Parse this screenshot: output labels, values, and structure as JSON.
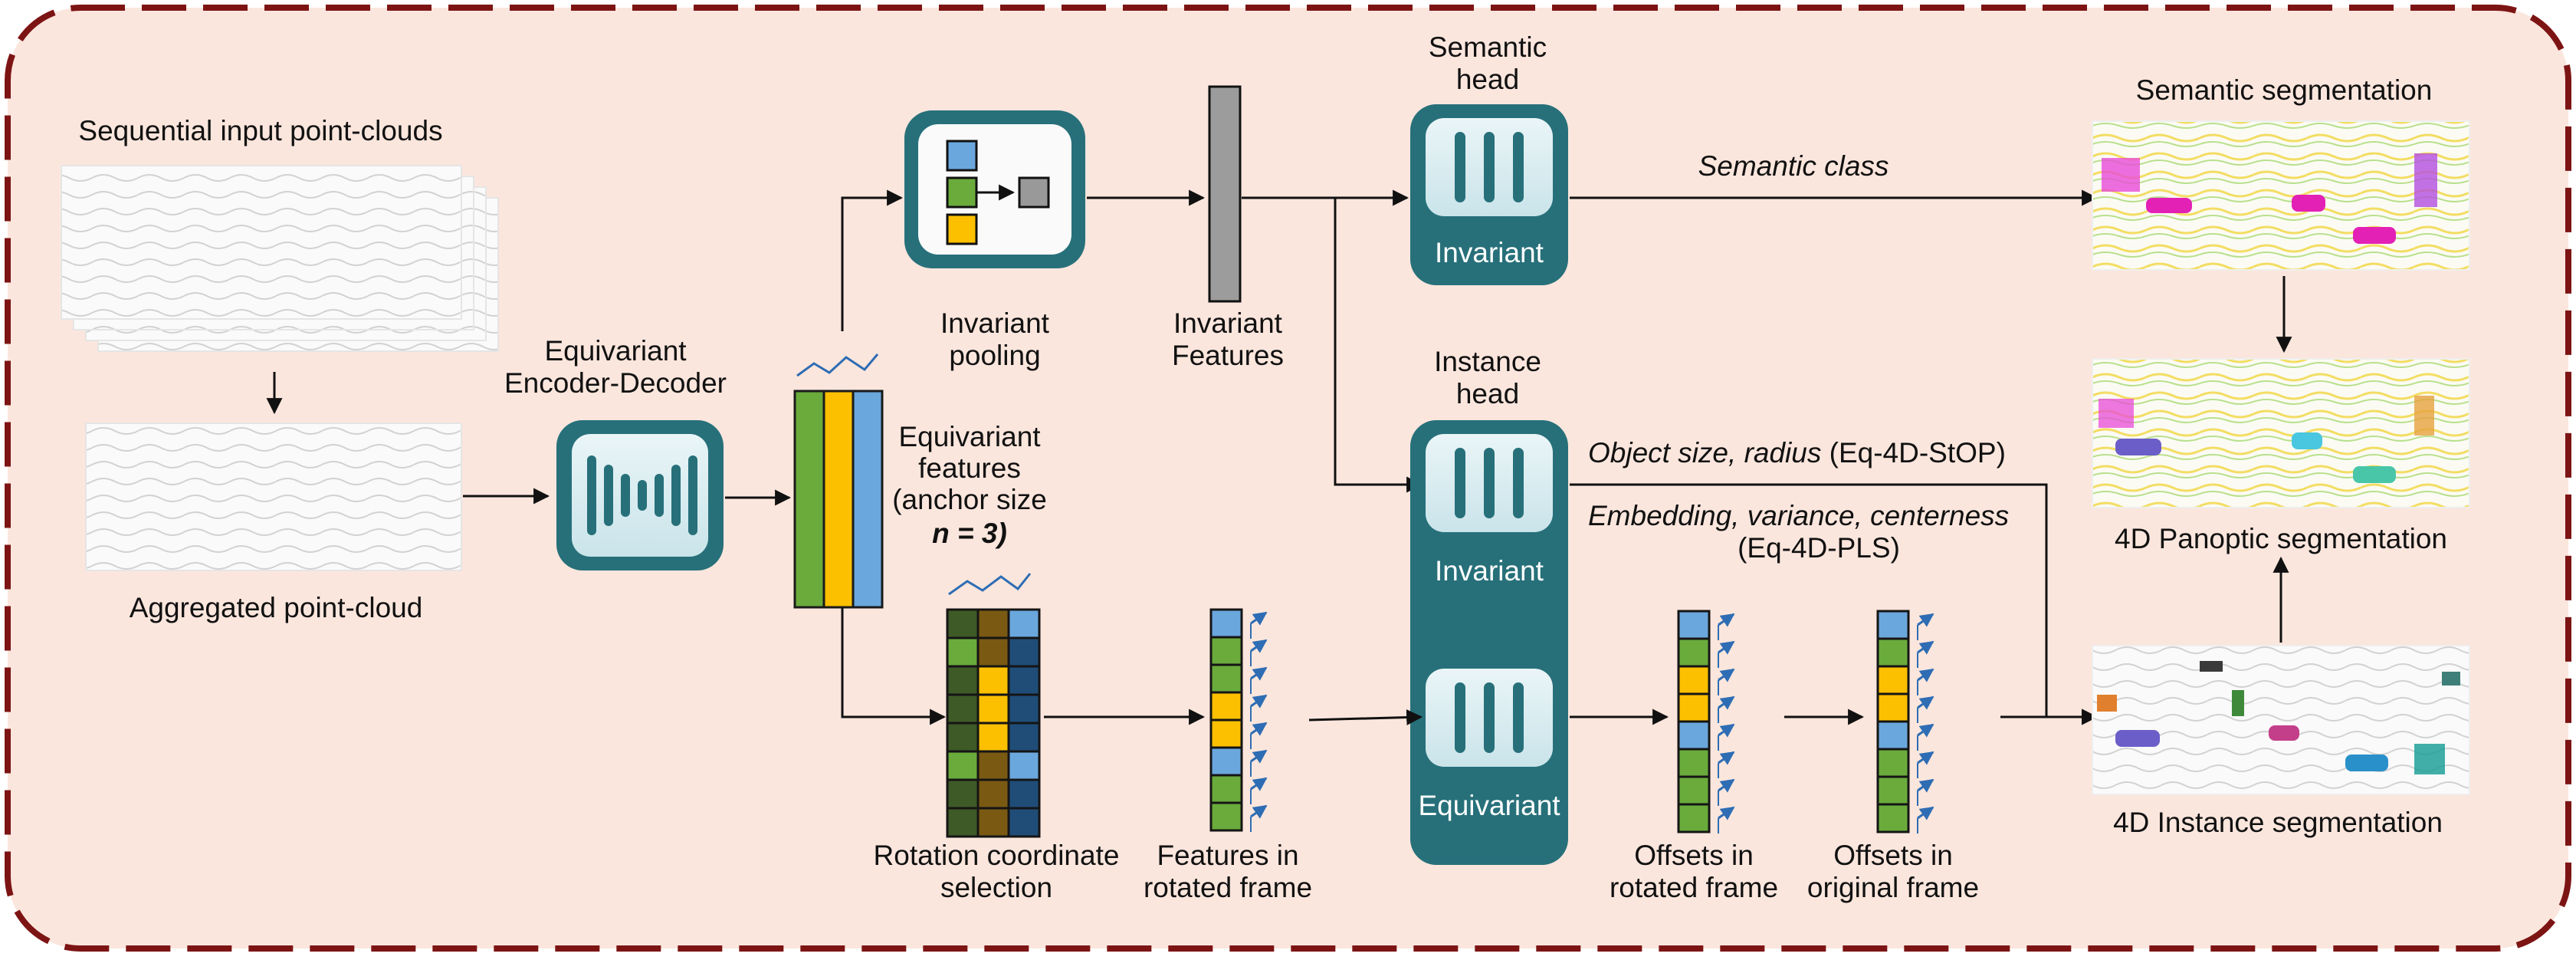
{
  "colors": {
    "background": "#fbe6dd",
    "frame_dash": "#7d1414",
    "teal": "#27707a",
    "blue": "#6aa7dd",
    "green": "#6aab3c",
    "yellow": "#fcc000",
    "gray": "#999999",
    "dark_green": "#3e5a26",
    "brown": "#7a5a12",
    "navy": "#1f4d78"
  },
  "labels": {
    "sequential_input": "Sequential input point-clouds",
    "aggregated": "Aggregated point-cloud",
    "eq_encoder_line1": "Equivariant",
    "eq_encoder_line2": "Encoder-Decoder",
    "eq_features_line1": "Equivariant",
    "eq_features_line2": "features",
    "eq_features_line3": "(anchor size",
    "eq_features_line4": "n = 3)",
    "inv_pooling_line1": "Invariant",
    "inv_pooling_line2": "pooling",
    "inv_features_line1": "Invariant",
    "inv_features_line2": "Features",
    "semantic_head_line1": "Semantic",
    "semantic_head_line2": "head",
    "instance_head_line1": "Instance",
    "instance_head_line2": "head",
    "invariant": "Invariant",
    "equivariant": "Equivariant",
    "semantic_class": "Semantic class",
    "object_size_italic": "Object size, radius",
    "object_size_tag": "(Eq-4D-StOP)",
    "embedding_italic": "Embedding, variance, centerness",
    "embedding_tag": "(Eq-4D-PLS)",
    "rot_coord_line1": "Rotation coordinate",
    "rot_coord_line2": "selection",
    "feat_rot_line1": "Features in",
    "feat_rot_line2": "rotated frame",
    "off_rot_line1": "Offsets in",
    "off_rot_line2": "rotated frame",
    "off_orig_line1": "Offsets in",
    "off_orig_line2": "original frame",
    "semantic_seg": "Semantic segmentation",
    "panoptic_seg": "4D Panoptic segmentation",
    "instance_seg": "4D Instance segmentation"
  }
}
